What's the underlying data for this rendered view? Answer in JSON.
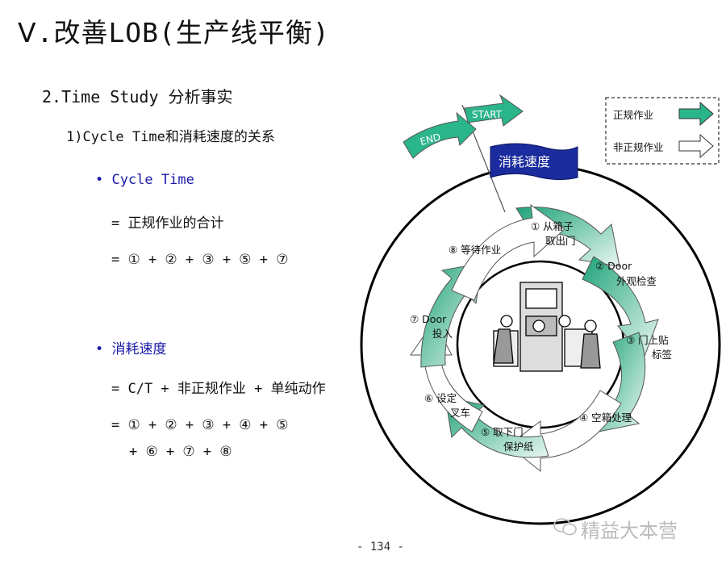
{
  "slide": {
    "title": "Ⅴ.改善LOB(生产线平衡)",
    "section": "2.Time Study 分析事实",
    "subsection": "1)Cycle Time和消耗速度的关系",
    "bullet1": "• Cycle Time",
    "bullet1_line1": "= 正规作业的合计",
    "bullet1_line2": "= ① + ② + ③ + ⑤ + ⑦",
    "bullet2": "• 消耗速度",
    "bullet2_line1": "= C/T + 非正规作业 + 单纯动作",
    "bullet2_line2": "= ① + ② + ③ + ④ + ⑤",
    "bullet2_line3": "+ ⑥ + ⑦ + ⑧",
    "page_number": "- 134 -",
    "watermark": "精益大本营"
  },
  "diagram": {
    "flag_label": "消耗速度",
    "start_label": "START",
    "end_label": "END",
    "legend": {
      "regular": "正规作业",
      "irregular": "非正规作业"
    },
    "steps": {
      "s1a": "① 从箱子",
      "s1b": "取出门",
      "s2a": "② Door",
      "s2b": "外观检查",
      "s3a": "③ 门上贴",
      "s3b": "标签",
      "s4": "④ 空箱处理",
      "s5a": "⑤ 取下门",
      "s5b": "保护纸",
      "s6a": "⑥ 设定",
      "s6b": "叉车",
      "s7a": "⑦ Door",
      "s7b": "投入",
      "s8": "⑧ 等待作业"
    },
    "colors": {
      "green": "#2bb58a",
      "green_light": "#c9eedd"
    }
  }
}
